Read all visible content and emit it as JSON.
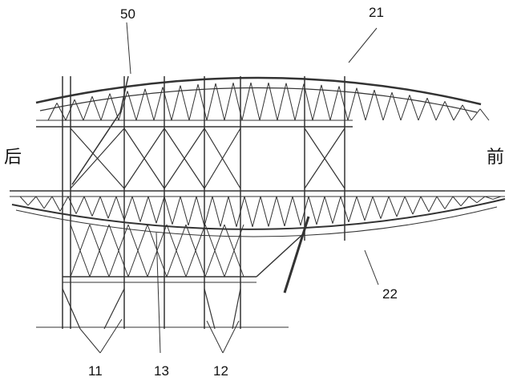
{
  "labels": {
    "ref_50": "50",
    "ref_21": "21",
    "ref_22": "22",
    "ref_11": "11",
    "ref_13": "13",
    "ref_12": "12",
    "rear": "后",
    "front": "前"
  },
  "colors": {
    "line": "#333333",
    "ink": "#111111"
  }
}
